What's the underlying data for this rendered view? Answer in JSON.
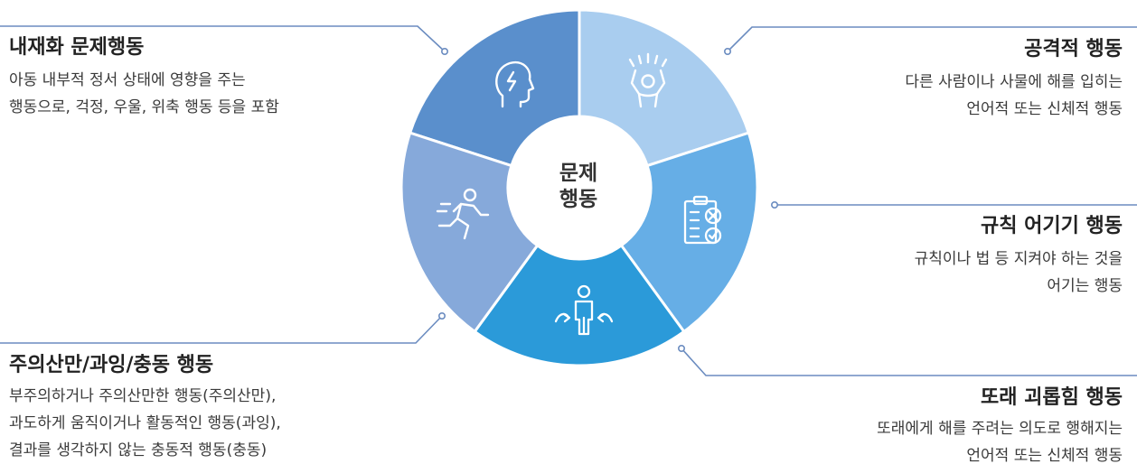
{
  "center": {
    "line1": "문제",
    "line2": "행동"
  },
  "segments": [
    {
      "id": "internalizing",
      "title": "내재화 문제행동",
      "desc": [
        "아동 내부적 정서 상태에 영향을 주는",
        "행동으로, 걱정, 우울, 위축 행동 등을 포함"
      ],
      "color": "#5a8fcc",
      "icon": "head-stress-icon"
    },
    {
      "id": "aggressive",
      "title": "공격적 행동",
      "desc": [
        "다른 사람이나 사물에 해를 입히는",
        "언어적 또는 신체적 행동"
      ],
      "color": "#a9cdef",
      "icon": "angry-person-icon"
    },
    {
      "id": "rule-breaking",
      "title": "규칙 어기기 행동",
      "desc": [
        "규칙이나 법 등 지켜야 하는 것을",
        "어기는 행동"
      ],
      "color": "#66aee6",
      "icon": "clipboard-checklist-icon"
    },
    {
      "id": "bullying",
      "title": "또래 괴롭힘 행동",
      "desc": [
        "또래에게 해를 주려는 의도로 행해지는",
        "언어적 또는 신체적 행동"
      ],
      "color": "#2b9ad9",
      "icon": "person-targeted-icon"
    },
    {
      "id": "attention",
      "title": "주의산만/과잉/충동 행동",
      "desc": [
        "부주의하거나 주의산만한 행동(주의산만),",
        "과도하게 움직이거나 활동적인 행동(과잉),",
        "결과를 생각하지 않는 충동적 행동(충동)"
      ],
      "color": "#86a9da",
      "icon": "running-person-icon"
    }
  ],
  "line_color": "#6b8cc0"
}
